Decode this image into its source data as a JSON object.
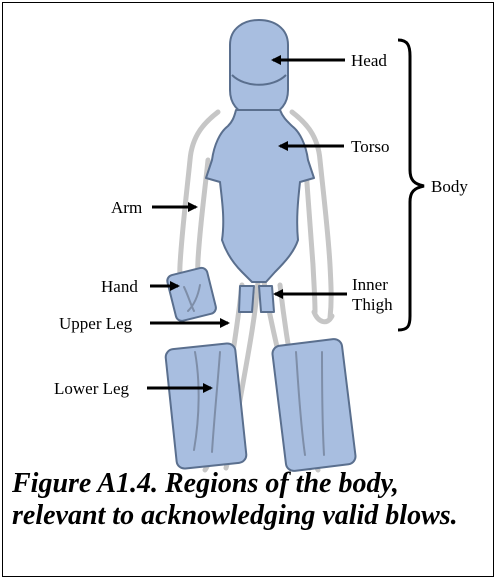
{
  "labels": {
    "head": "Head",
    "torso": "Torso",
    "body": "Body",
    "arm": "Arm",
    "hand": "Hand",
    "inner_thigh_line1": "Inner",
    "inner_thigh_line2": "Thigh",
    "upper_leg": "Upper Leg",
    "lower_leg": "Lower Leg"
  },
  "caption": "Figure A1.4. Regions of the body, relevant to acknowledging valid blows.",
  "colors": {
    "region_fill": "#a8bee0",
    "region_stroke": "#5a6f8e",
    "outline": "#c6c6c6"
  }
}
